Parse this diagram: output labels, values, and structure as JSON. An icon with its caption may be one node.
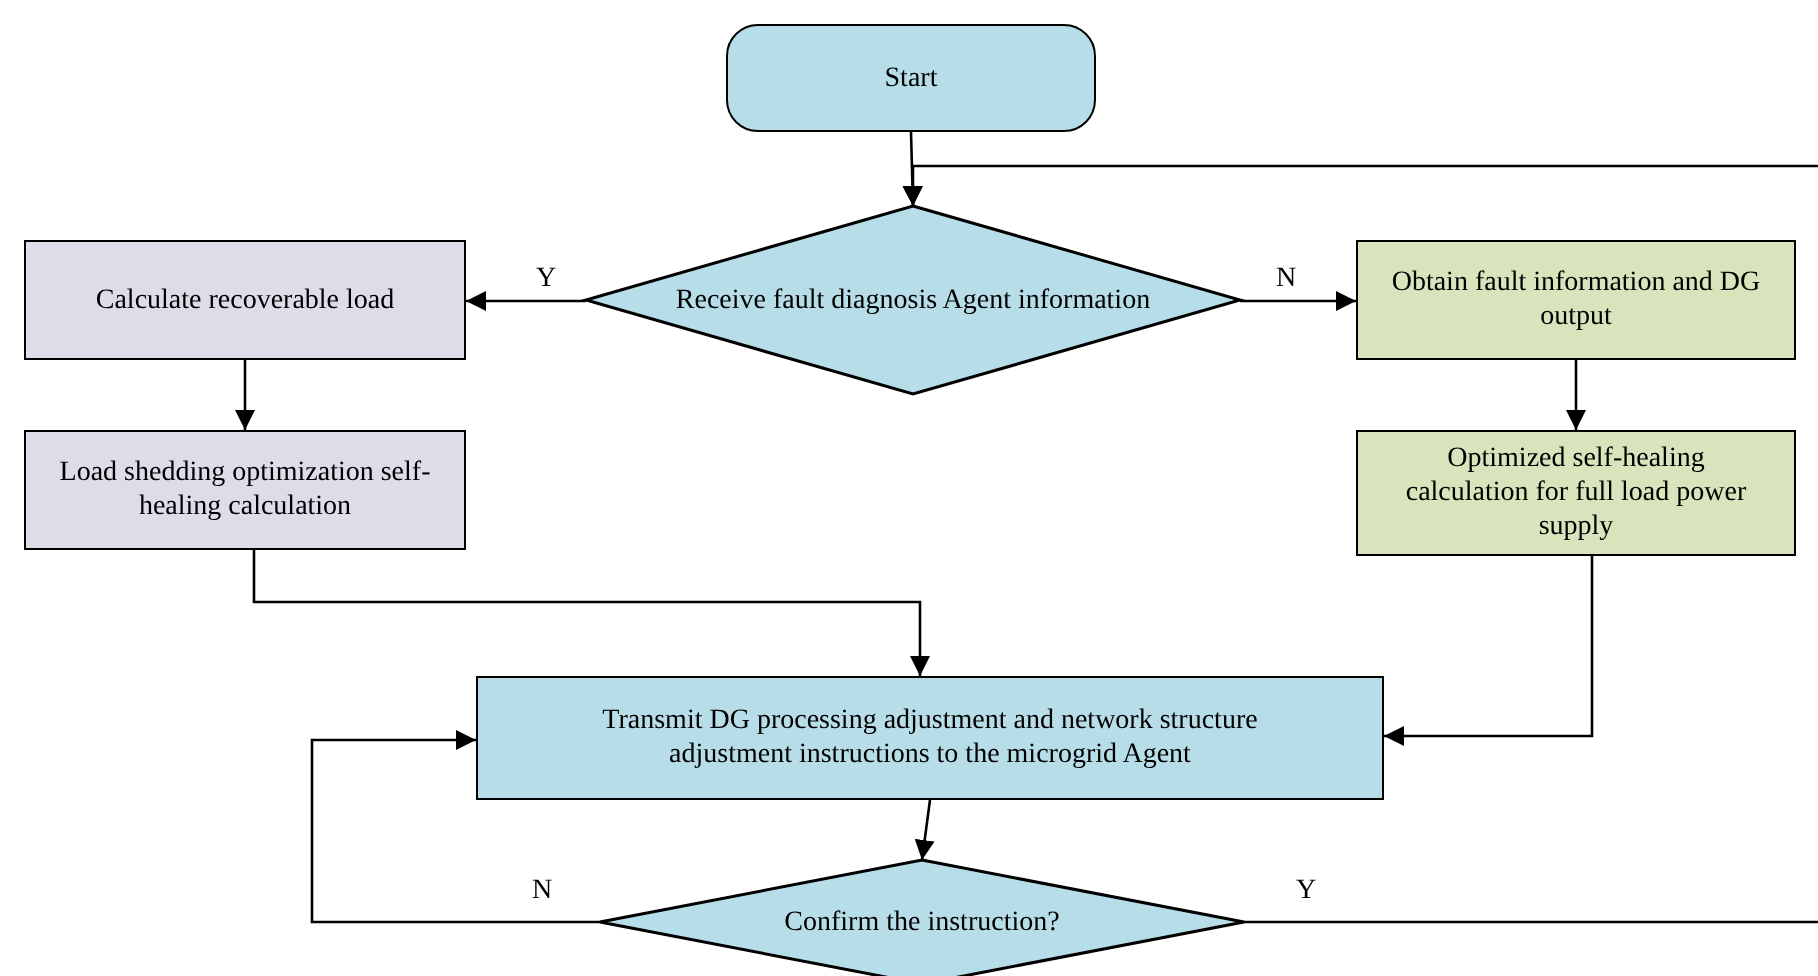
{
  "diagram": {
    "nodes": [
      {
        "text": [
          "Start"
        ]
      },
      {
        "text": [
          "Receive fault diagnosis Agent information"
        ]
      },
      {
        "text": [
          "Calculate recoverable load"
        ]
      },
      {
        "text": [
          "Load shedding optimization self-healing calculation"
        ]
      },
      {
        "text": [
          "Obtain fault information and DG output"
        ]
      },
      {
        "text": [
          "Optimized self-healing calculation for full load power supply"
        ]
      },
      {
        "text": [
          "Transmit DG processing adjustment and network structure adjustment instructions to the microgrid Agent"
        ]
      },
      {
        "text": [
          "Confirm the instruction?"
        ]
      }
    ],
    "edges": [
      {
        "from": 0,
        "to": 1,
        "arrow": "to"
      },
      {
        "from": null,
        "to": 1,
        "arrow": "to"
      },
      {
        "from": 1,
        "to": 2,
        "arrow": "to",
        "label": "Y"
      },
      {
        "from": 1,
        "to": 4,
        "arrow": "to",
        "label": "N"
      },
      {
        "from": 2,
        "to": 3,
        "arrow": "to"
      },
      {
        "from": 4,
        "to": 5,
        "arrow": "to"
      },
      {
        "from": 3,
        "to": 6,
        "arrow": "to"
      },
      {
        "from": 5,
        "to": 6,
        "arrow": "to"
      },
      {
        "from": 6,
        "to": 7,
        "arrow": "to"
      },
      {
        "from": 7,
        "to": 6,
        "arrow": "to",
        "label": "N"
      },
      {
        "from": 7,
        "to": null,
        "arrow": "none",
        "label": "Y"
      }
    ]
  }
}
